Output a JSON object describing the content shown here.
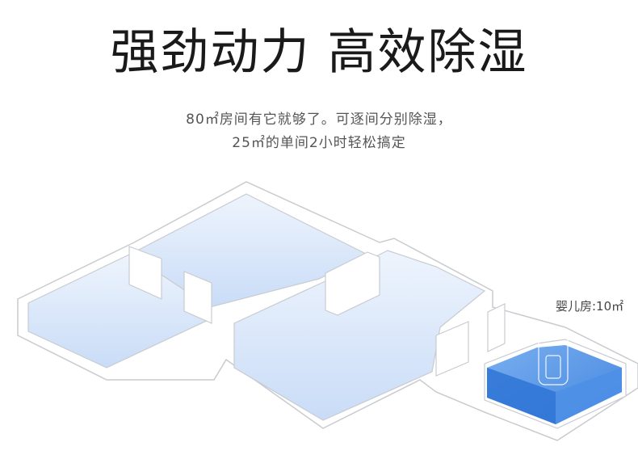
{
  "headline": "强劲动力  高效除湿",
  "subtitle_line1_pre": "80",
  "subtitle_line1_unit": "㎡",
  "subtitle_line1_post": "房间有它就够了。可逐间分别除湿，",
  "subtitle_line2_pre": "25",
  "subtitle_line2_unit": "㎡",
  "subtitle_line2_post": "的单间2小时轻松搞定",
  "room_label": "婴儿房:10㎡",
  "colors": {
    "wall_stroke": "#c8cbd0",
    "floor_light": "#dbe8fb",
    "baby_room": "#3f87e5"
  }
}
